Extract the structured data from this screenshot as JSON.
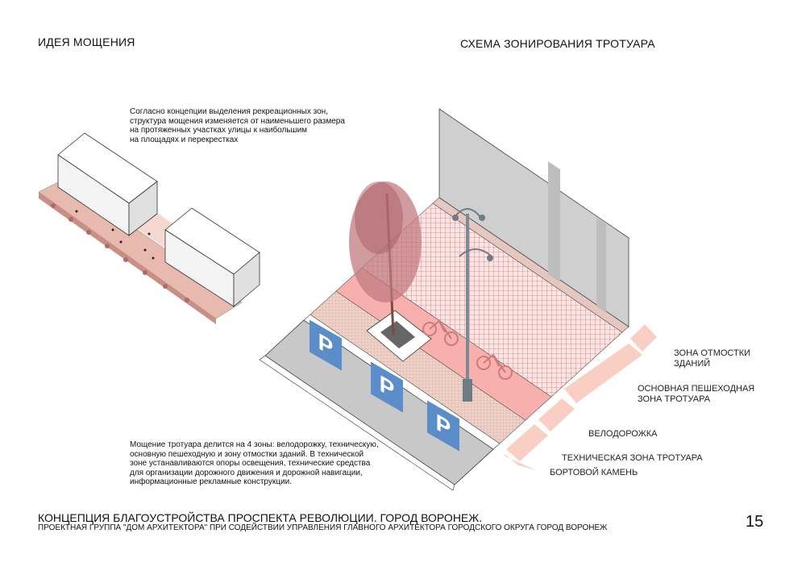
{
  "left": {
    "heading": "ИДЕЯ МОЩЕНИЯ",
    "description": "Согласно концепции выделения рекреационных зон,\nструктура мощения изменяется от наименьшего размера\nна протяженных участках улицы к наибольшим\nна площадях и перекрестках"
  },
  "right": {
    "heading": "СХЕМА ЗОНИРОВАНИЯ ТРОТУАРА",
    "description": "Мощение тротуара делится на 4 зоны: велодорожку, техническую,\nосновную пешеходную и зону отмостки зданий. В технической\nзоне устанавливаются опоры освещения, технические средства\nдля организации дорожного движения и дорожной навигации,\nинформационные рекламные конструкции."
  },
  "legend": [
    "ЗОНА ОТМОСТКИ\nЗДАНИЙ",
    "ОСНОВНАЯ ПЕШЕХОДНАЯ\nЗОНА ТРОТУАРА",
    "ВЕЛОДОРОЖКА",
    "ТЕХНИЧЕСКАЯ ЗОНА ТРОТУАРА",
    "БОРТОВОЙ КАМЕНЬ"
  ],
  "parking_sign": "P",
  "footer": {
    "title": "КОНЦЕПЦИЯ БЛАГОУСТРОЙСТВА ПРОСПЕКТА РЕВОЛЮЦИИ. ГОРОД ВОРОНЕЖ.",
    "subtitle": "ПРОЕКТНАЯ ГРУППА \"ДОМ АРХИТЕКТОРА\" ПРИ СОДЕЙСТВИИ УПРАВЛЕНИЯ ГЛАВНОГО АРХИТЕКТОРА ГОРОДСКОГО ОКРУГА ГОРОД ВОРОНЕЖ",
    "page_number": "15"
  },
  "colors": {
    "pink": "#f6c2b8",
    "bike_lane": "#f7b0ae",
    "tech_zone": "#ecc9c0",
    "road": "#c8c8c8",
    "building": "#cfcfcf",
    "parking": "#5b8ec9"
  }
}
